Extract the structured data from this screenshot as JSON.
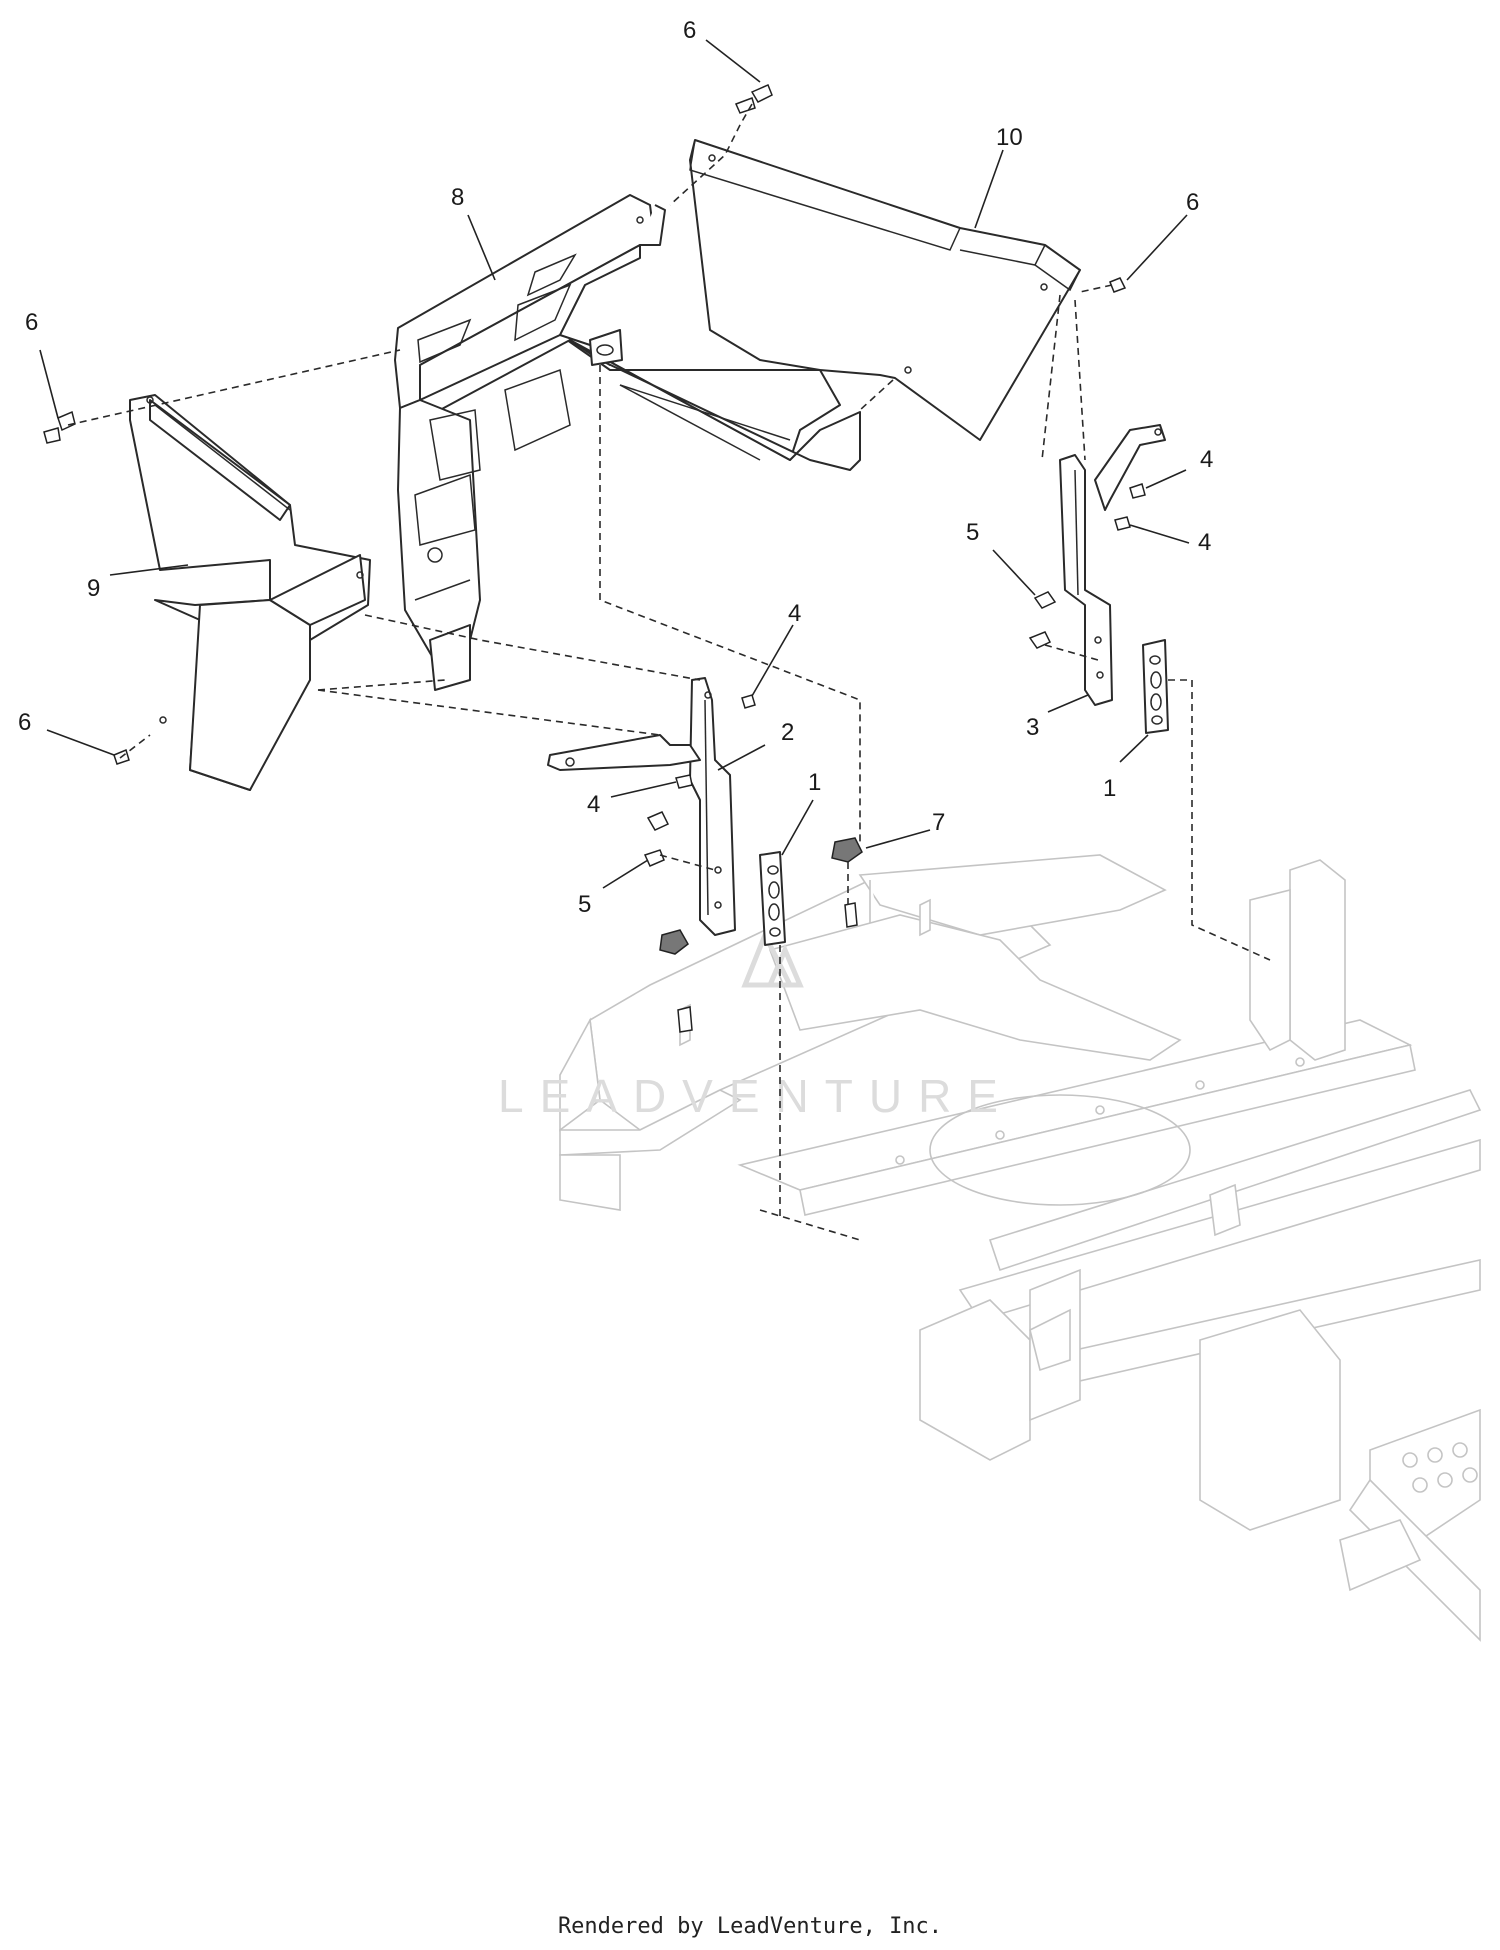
{
  "callouts": [
    {
      "id": "c1a",
      "number": "1"
    },
    {
      "id": "c1b",
      "number": "1"
    },
    {
      "id": "c2",
      "number": "2"
    },
    {
      "id": "c3",
      "number": "3"
    },
    {
      "id": "c4a",
      "number": "4"
    },
    {
      "id": "c4b",
      "number": "4"
    },
    {
      "id": "c4c",
      "number": "4"
    },
    {
      "id": "c4d",
      "number": "4"
    },
    {
      "id": "c5a",
      "number": "5"
    },
    {
      "id": "c5b",
      "number": "5"
    },
    {
      "id": "c6a",
      "number": "6"
    },
    {
      "id": "c6b",
      "number": "6"
    },
    {
      "id": "c6c",
      "number": "6"
    },
    {
      "id": "c6d",
      "number": "6"
    },
    {
      "id": "c7",
      "number": "7"
    },
    {
      "id": "c8",
      "number": "8"
    },
    {
      "id": "c9",
      "number": "9"
    },
    {
      "id": "c10",
      "number": "10"
    }
  ],
  "watermark": "LEADVENTURE",
  "footer": "Rendered by LeadVenture, Inc."
}
